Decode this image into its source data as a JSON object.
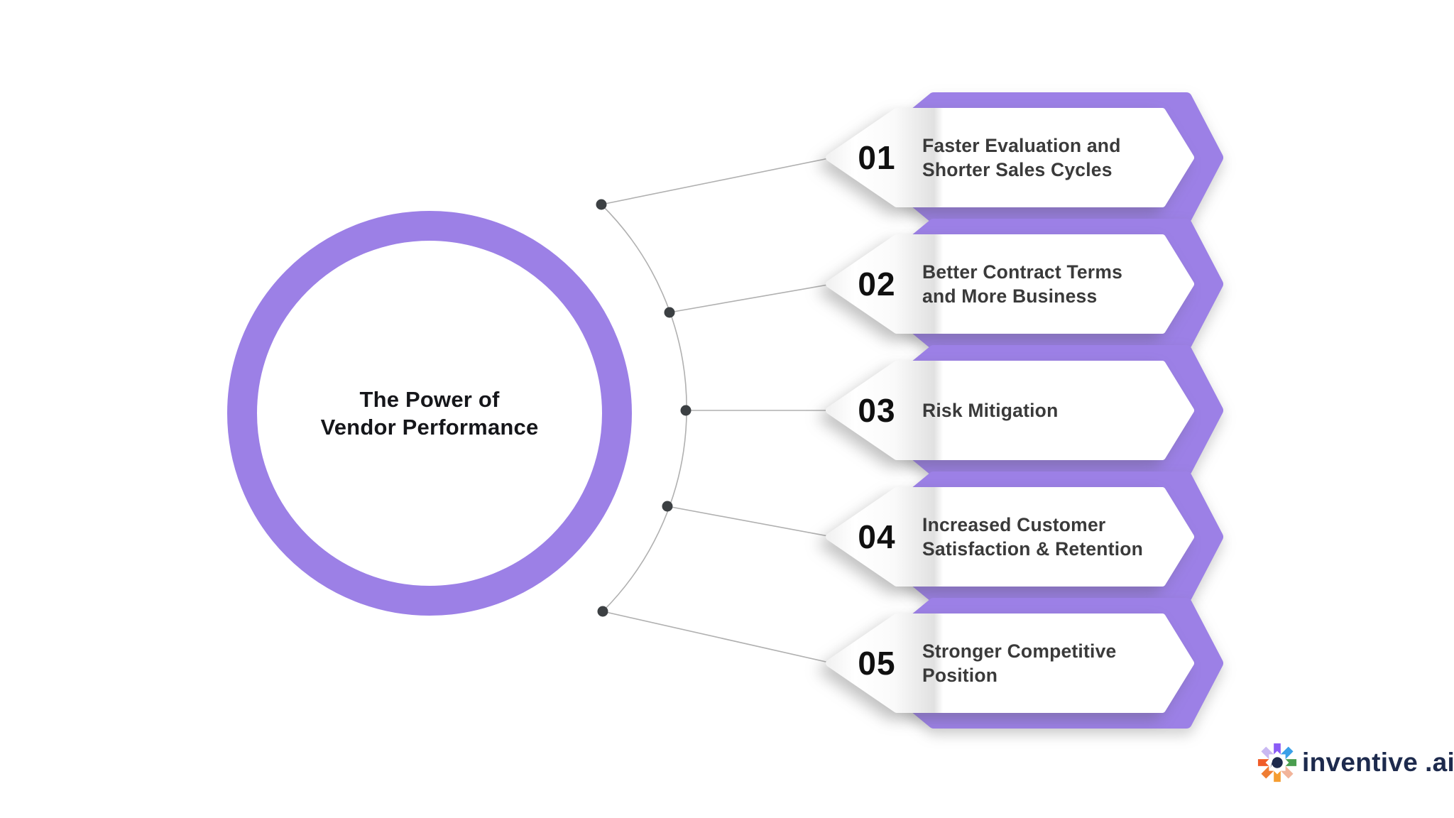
{
  "center": {
    "title_line1": "The Power of",
    "title_line2": "Vendor Performance"
  },
  "items": [
    {
      "number": "01",
      "line1": "Faster Evaluation and",
      "line2": "Shorter Sales Cycles"
    },
    {
      "number": "02",
      "line1": "Better Contract Terms",
      "line2": "and More Business"
    },
    {
      "number": "03",
      "line1": "Risk Mitigation",
      "line2": ""
    },
    {
      "number": "04",
      "line1": "Increased Customer",
      "line2": "Satisfaction & Retention"
    },
    {
      "number": "05",
      "line1": "Stronger Competitive",
      "line2": "Position"
    }
  ],
  "logo": {
    "name": "inventive",
    "suffix": ".ai",
    "navy": "#1d2a4d",
    "icon_colors": [
      "#8b5cf6",
      "#3aa0e8",
      "#4a9e4f",
      "#f2b49a",
      "#f59d31",
      "#ef7d33",
      "#f05c28",
      "#c9b8f2"
    ]
  },
  "colors": {
    "accent_purple": "#9C80E6",
    "connector_gray": "#b0b0b0",
    "dot_dark": "#3c4043",
    "title_dark": "#15161a",
    "label_gray": "#3a3a3a"
  }
}
